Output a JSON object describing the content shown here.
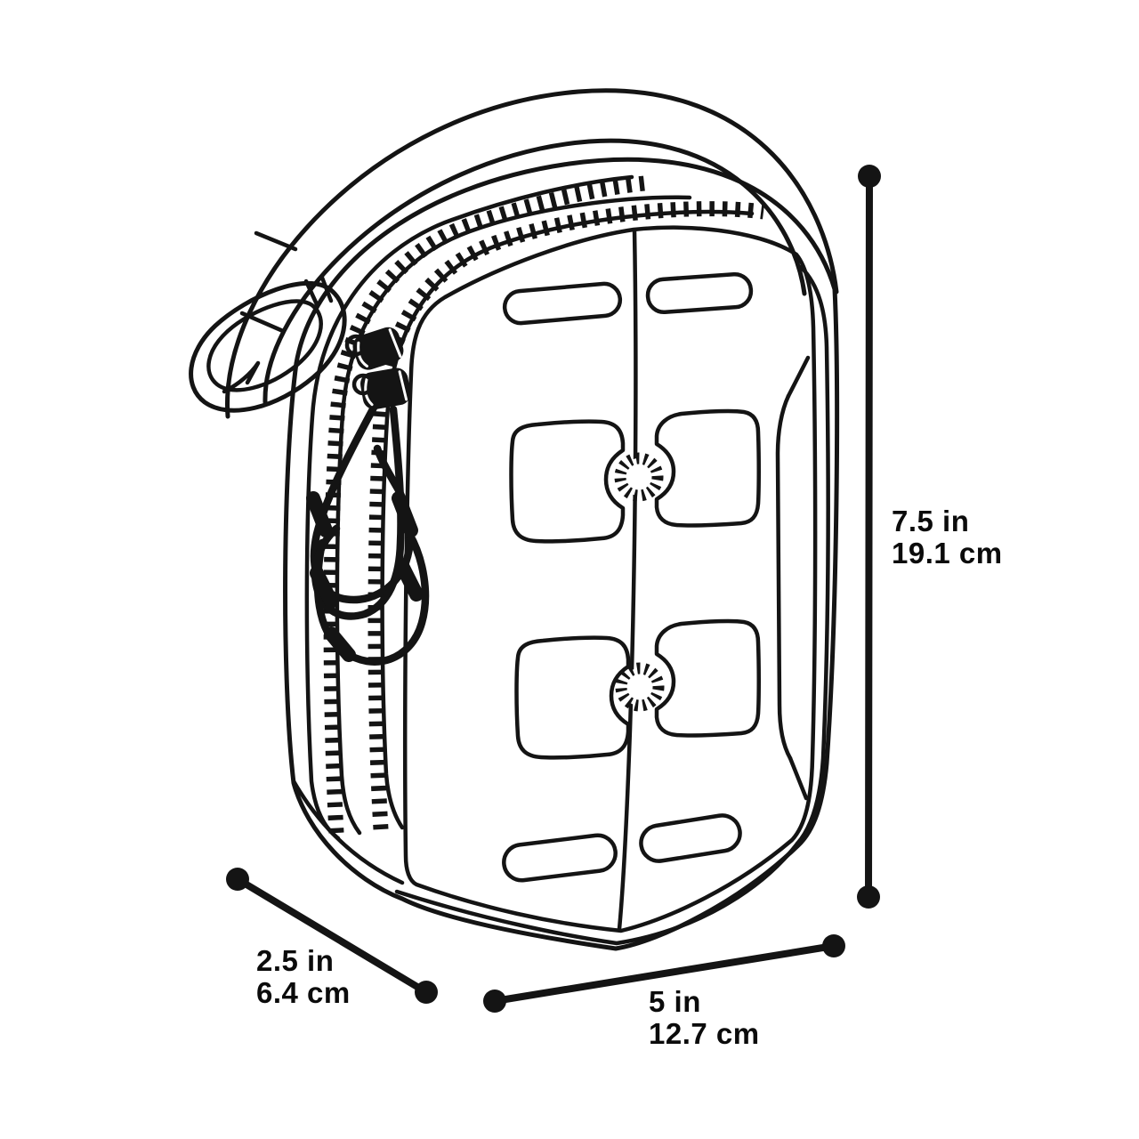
{
  "figure": {
    "type": "product dimension diagram",
    "subject": "EDC organizer pouch technical line drawing",
    "line_color": "#141414",
    "text_color": "#0b0b0b",
    "background": "#ffffff"
  },
  "dimensions": {
    "height": {
      "label_in": "7.5 in",
      "label_cm": "19.1 cm"
    },
    "depth": {
      "label_in": "2.5 in",
      "label_cm": "6.4 cm"
    },
    "width": {
      "label_in": "5 in",
      "label_cm": "12.7 cm"
    }
  }
}
